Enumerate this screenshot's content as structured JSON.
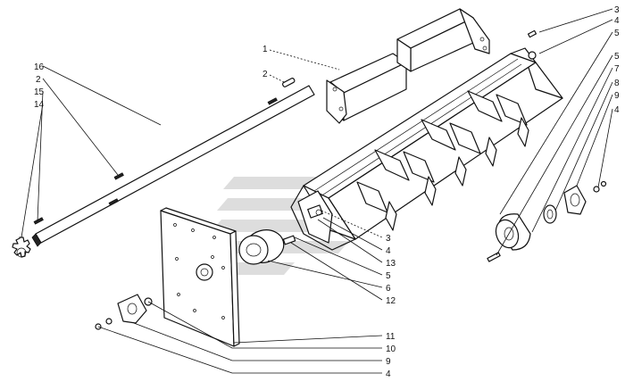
{
  "diagram": {
    "callouts": {
      "shield_1": "1",
      "key_2": "2",
      "bolt_3_top": "3",
      "washer_4_top": "4",
      "nut_5_top": "5",
      "ring_5_right": "5",
      "cap_7": "7",
      "bearing_8": "8",
      "flange_9_right": "9",
      "washer_4_right": "4",
      "shaft_16": "16",
      "key_2_left": "2",
      "sprocket_15": "15",
      "sprocket_14": "14",
      "bolt_3_mid": "3",
      "washer_4_mid": "4",
      "nut_13": "13",
      "ring_5_mid": "5",
      "bushing_6": "6",
      "pin_12": "12",
      "bearing_11": "11",
      "flange_10": "10",
      "nut_9_bottom": "9",
      "washer_4_bottom": "4"
    },
    "colors": {
      "ink": "#111111",
      "watermark": "#d0d0d0"
    }
  }
}
